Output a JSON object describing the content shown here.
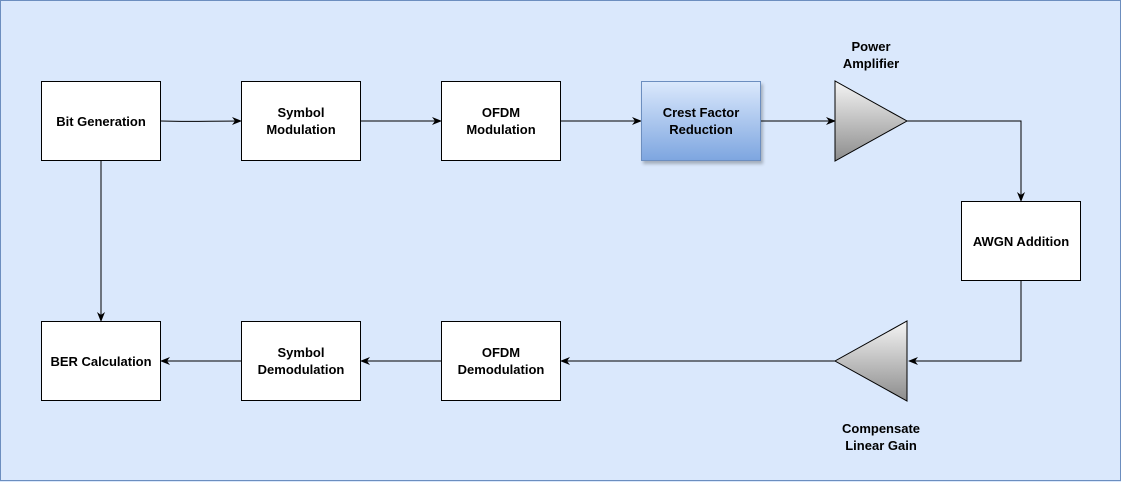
{
  "blocks": {
    "bit_generation": "Bit Generation",
    "symbol_modulation": "Symbol\nModulation",
    "ofdm_modulation": "OFDM\nModulation",
    "crest_factor_reduction": "Crest Factor\nReduction",
    "awgn_addition": "AWGN Addition",
    "ber_calculation": "BER Calculation",
    "symbol_demodulation": "Symbol\nDemodulation",
    "ofdm_demodulation": "OFDM\nDemodulation"
  },
  "amplifiers": {
    "power_amplifier": "Power\nAmplifier",
    "compensate_gain": "Compensate\nLinear Gain"
  },
  "colors": {
    "background": "#dae8fc",
    "crest_gradient_top": "#dae8fc",
    "crest_gradient_bottom": "#7ea6e0",
    "crest_border": "#6c8ebf"
  }
}
